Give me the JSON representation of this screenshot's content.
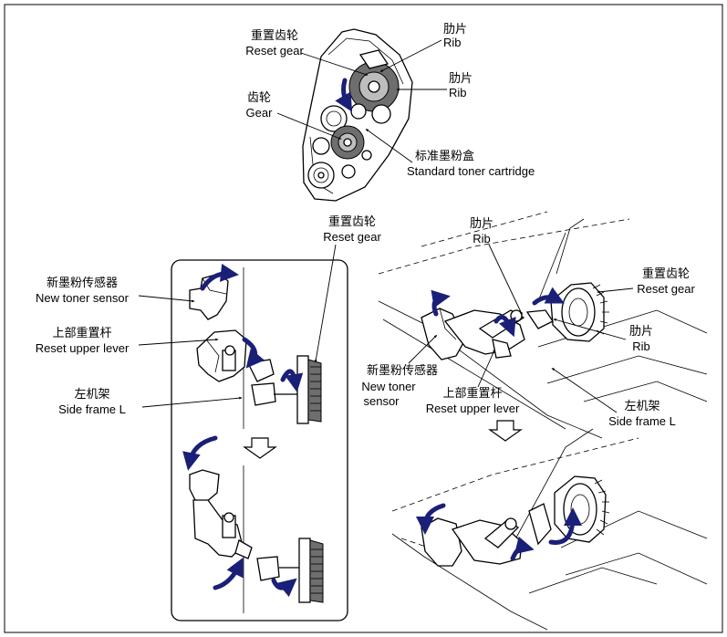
{
  "labels": {
    "reset_gear_zh": "重置齿轮",
    "reset_gear_en": "Reset gear",
    "rib_zh": "肋片",
    "rib_en": "Rib",
    "gear_zh": "齿轮",
    "gear_en": "Gear",
    "cartridge_zh": "标准墨粉盒",
    "cartridge_en": "Standard toner cartridge",
    "toner_sensor_zh": "新墨粉传感器",
    "toner_sensor_en": "New toner sensor",
    "toner_sensor_en_line1": "New toner",
    "toner_sensor_en_line2": "sensor",
    "upper_lever_zh": "上部重置杆",
    "upper_lever_en": "Reset upper lever",
    "side_frame_zh": "左机架",
    "side_frame_en": "Side frame L"
  },
  "colors": {
    "arrow": "#1a1f78",
    "shade": "#bdbdbd",
    "dark_shade": "#6e6e6e"
  }
}
